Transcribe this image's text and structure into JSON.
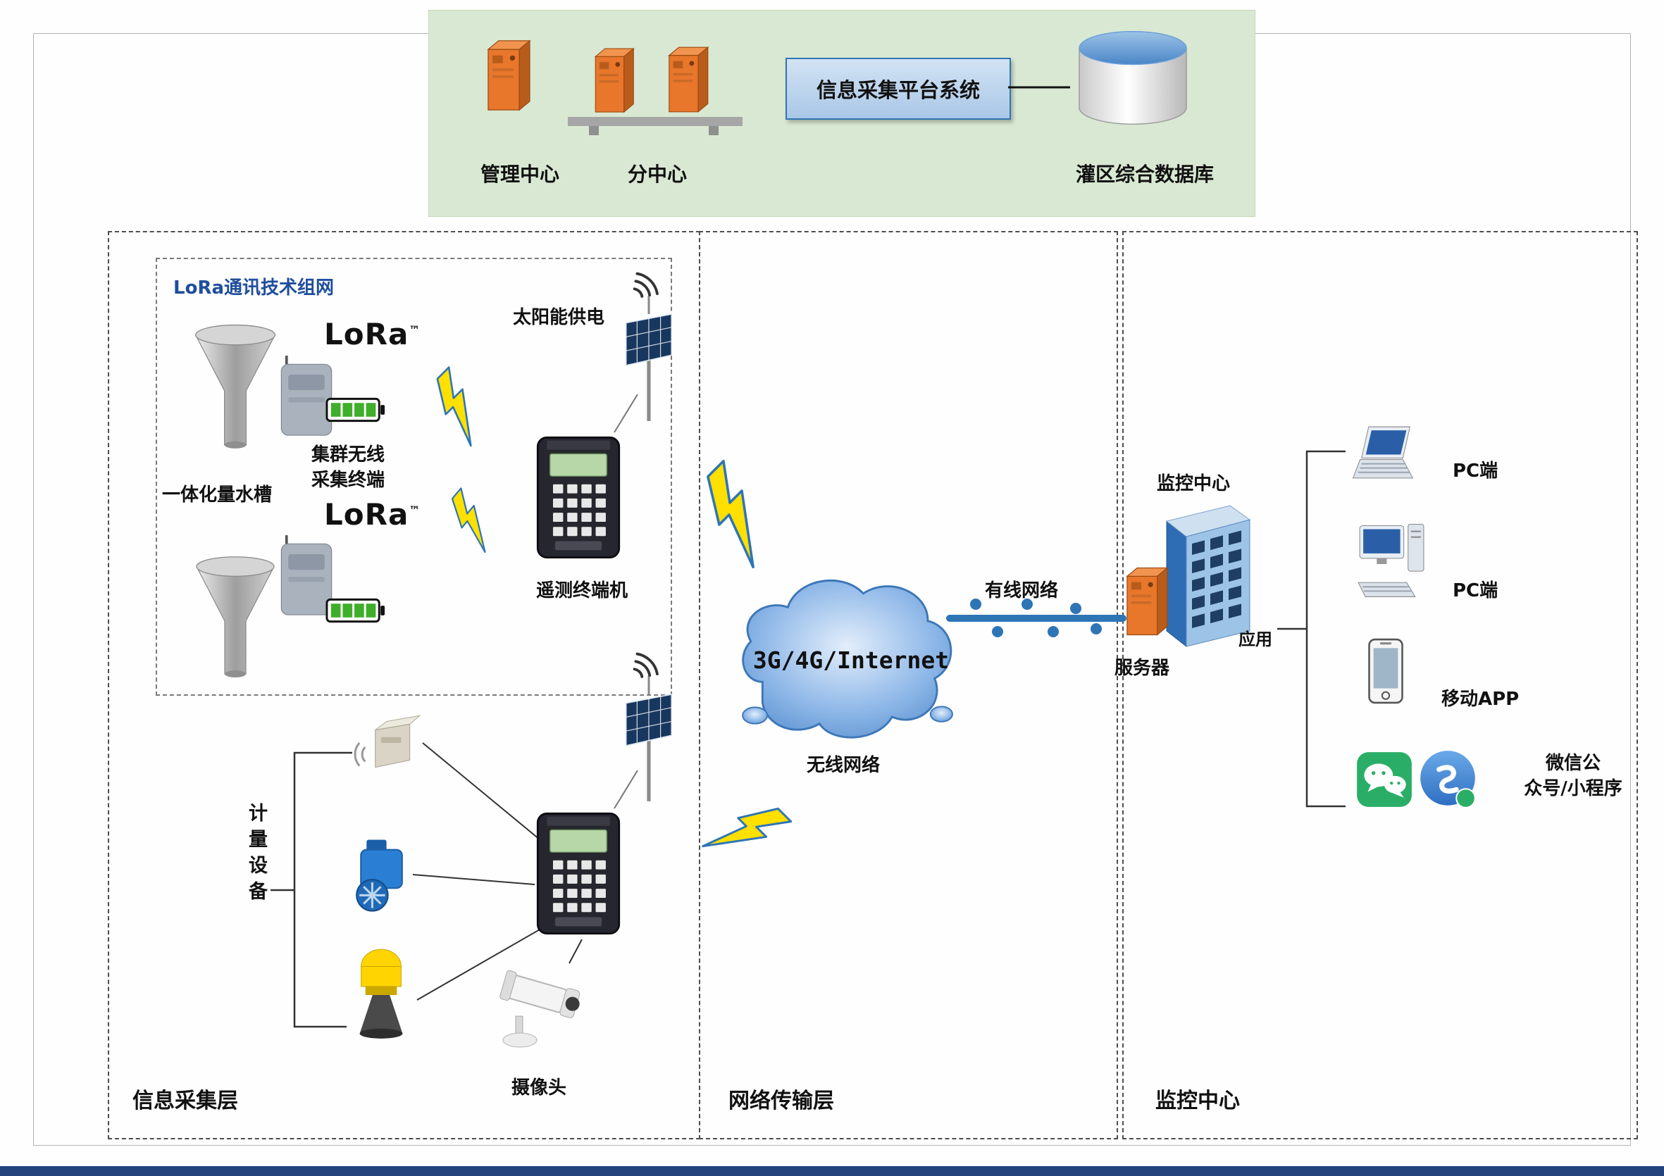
{
  "colors": {
    "green_panel": "#d9e8d2",
    "platform_fill": "#bdd7ee",
    "platform_border": "#2e75b6",
    "server_orange": "#e8762b",
    "cloud_blue": "#5b9bd5",
    "bolt_yellow": "#ffe000",
    "lora_title_blue": "#1f4e9c",
    "wired_line_blue": "#2e75b6"
  },
  "top_panel": {
    "management_center": "管理中心",
    "sub_center": "分中心",
    "platform_system": "信息采集平台系统",
    "database_label": "灌区综合数据库"
  },
  "collection_layer": {
    "layer_title": "信息采集层",
    "lora_group_title": "LoRa通讯技术组网",
    "lora_logo": "LoRa",
    "lora_tm": "™",
    "water_flume": "一体化量水槽",
    "cluster_terminal_line1": "集群无线",
    "cluster_terminal_line2": "采集终端",
    "solar_power": "太阳能供电",
    "rtu_label": "遥测终端机",
    "metering_devices": "计量设备",
    "camera_label": "摄像头"
  },
  "network_layer": {
    "layer_title": "网络传输层",
    "cloud_label": "3G/4G/Internet",
    "wireless_label": "无线网络",
    "wired_label": "有线网络"
  },
  "monitoring_center": {
    "layer_title": "监控中心",
    "center_label": "监控中心",
    "server_label": "服务器",
    "app_label": "应用",
    "pc1_label": "PC端",
    "pc2_label": "PC端",
    "mobile_label": "移动APP",
    "wechat_label_line1": "微信公",
    "wechat_label_line2": "众号/小程序"
  }
}
